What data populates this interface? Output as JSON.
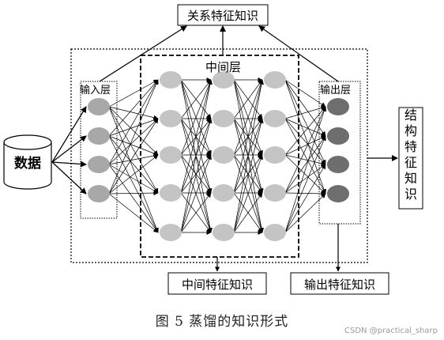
{
  "labels": {
    "relation_knowledge": "关系特征知识",
    "hidden_layer": "中间层",
    "input_layer": "输入层",
    "output_layer": "输出层",
    "data": "数据",
    "structure_knowledge": "结构特征知识",
    "hidden_knowledge": "中间特征知识",
    "output_knowledge": "输出特征知识"
  },
  "caption": "图 5    蒸馏的知识形式",
  "watermark": "CSDN @practical_sharp",
  "network": {
    "layers": [
      {
        "name": "input",
        "nodes": 4
      },
      {
        "name": "hidden-1",
        "nodes": 5
      },
      {
        "name": "hidden-2",
        "nodes": 5
      },
      {
        "name": "hidden-3",
        "nodes": 5
      },
      {
        "name": "output",
        "nodes": 4
      }
    ]
  },
  "colors": {
    "input_node": "#a8a8a8",
    "hidden_node": "#c4c4c4",
    "output_node": "#6e6e6e",
    "stroke": "#000000"
  }
}
